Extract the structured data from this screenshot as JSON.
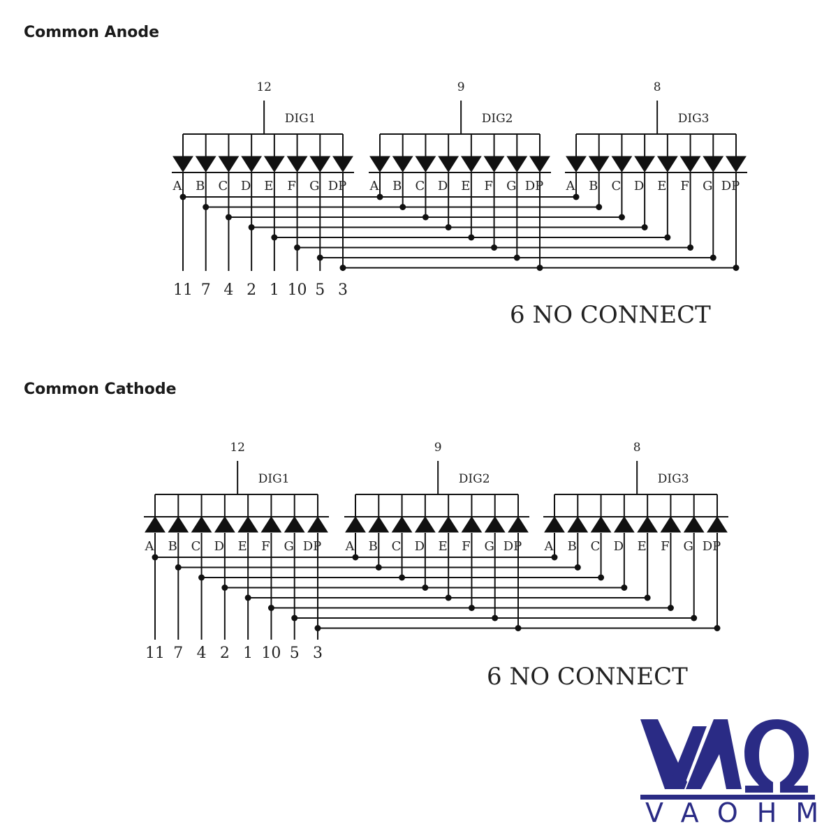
{
  "sections": [
    {
      "id": "anode",
      "heading": "Common Anode",
      "common_pins": [
        "12",
        "9",
        "8"
      ],
      "digit_labels": [
        "DIG1",
        "DIG2",
        "DIG3"
      ],
      "segments": [
        "A",
        "B",
        "C",
        "D",
        "E",
        "F",
        "G",
        "DP"
      ],
      "segment_pins": [
        "11",
        "7",
        "4",
        "2",
        "1",
        "10",
        "5",
        "3"
      ],
      "note": "6 NO CONNECT",
      "diode_direction": "down"
    },
    {
      "id": "cathode",
      "heading": "Common Cathode",
      "common_pins": [
        "12",
        "9",
        "8"
      ],
      "digit_labels": [
        "DIG1",
        "DIG2",
        "DIG3"
      ],
      "segments": [
        "A",
        "B",
        "C",
        "D",
        "E",
        "F",
        "G",
        "DP"
      ],
      "segment_pins": [
        "11",
        "7",
        "4",
        "2",
        "1",
        "10",
        "5",
        "3"
      ],
      "note": "6 NO CONNECT",
      "diode_direction": "up"
    }
  ],
  "logo": {
    "text": "VAOHM",
    "color": "#2a2b85"
  }
}
